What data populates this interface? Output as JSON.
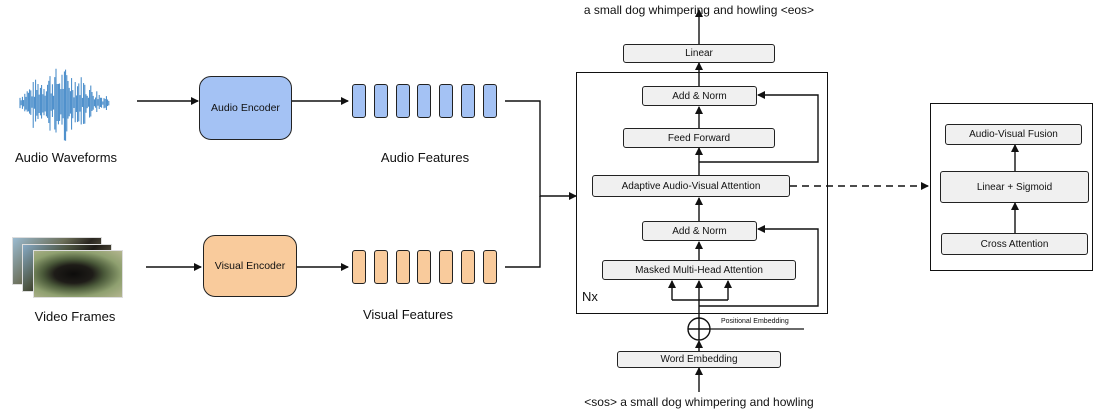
{
  "inputs": {
    "audio_label": "Audio Waveforms",
    "video_label": "Video Frames"
  },
  "encoders": {
    "audio": "Audio Encoder",
    "visual": "Visual Encoder"
  },
  "features": {
    "audio_label": "Audio Features",
    "visual_label": "Visual Features",
    "count": 7
  },
  "decoder": {
    "output_text": "a small dog whimpering and howling <eos>",
    "linear": "Linear",
    "add_norm_top": "Add & Norm",
    "feed_forward": "Feed Forward",
    "adaptive_attention": "Adaptive Audio-Visual Attention",
    "add_norm_bottom": "Add & Norm",
    "masked_attention": "Masked Multi-Head Attention",
    "nx": "Nx",
    "positional_embedding": "Positional Embedding",
    "word_embedding": "Word  Embedding",
    "input_text": "<sos> a small dog whimpering and howling"
  },
  "fusion": {
    "audio_visual_fusion": "Audio-Visual Fusion",
    "linear_sigmoid": "Linear + Sigmoid",
    "cross_attention": "Cross Attention"
  },
  "colors": {
    "audio_fill": "#a4c2f4",
    "visual_fill": "#f9cb9c",
    "waveform": "#3d85c6",
    "box_fill": "#f0f0f0"
  }
}
